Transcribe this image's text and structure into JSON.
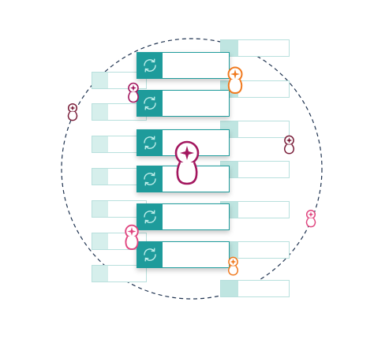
{
  "diagram": {
    "orbit": {
      "style": "dashed",
      "color": "#1f3350"
    },
    "colors": {
      "teal": "#1e9b9b",
      "teal_light": "#d6efec",
      "teal_border": "#b8e0dd",
      "crimson": "#a3175f",
      "orange": "#f07a1f",
      "pink": "#e0457f",
      "maroon": "#7a1e3a"
    },
    "main_cards": [
      {
        "icon": "sync-icon"
      },
      {
        "icon": "sync-icon"
      },
      {
        "icon": "sync-icon"
      },
      {
        "icon": "sync-icon"
      },
      {
        "icon": "sync-icon"
      },
      {
        "icon": "sync-icon"
      }
    ],
    "left_cards_count": 7,
    "right_cards_count": 7,
    "badges": [
      {
        "icon": "user-star-icon",
        "color": "crimson",
        "size": "large"
      },
      {
        "icon": "user-star-icon",
        "color": "orange",
        "size": "medium"
      },
      {
        "icon": "user-star-icon",
        "color": "crimson",
        "size": "small"
      },
      {
        "icon": "user-star-icon",
        "color": "maroon",
        "size": "small"
      },
      {
        "icon": "user-star-icon",
        "color": "maroon",
        "size": "small"
      },
      {
        "icon": "user-star-icon",
        "color": "pink",
        "size": "medium"
      },
      {
        "icon": "user-star-icon",
        "color": "pink",
        "size": "small"
      },
      {
        "icon": "user-star-icon",
        "color": "orange",
        "size": "small"
      }
    ]
  }
}
